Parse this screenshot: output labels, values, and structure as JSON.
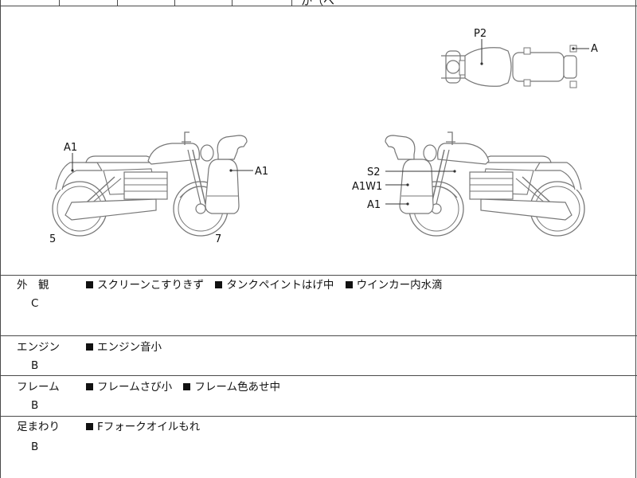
{
  "header_partial": "か（ペ",
  "callouts": {
    "top_view": [
      "P2",
      "A"
    ],
    "left_side": [
      "A1",
      "A1",
      "5",
      "7"
    ],
    "right_side": [
      "S2",
      "A1W1",
      "A1"
    ]
  },
  "sections": [
    {
      "label": "外　観",
      "grade": "C",
      "notes": [
        "スクリーンこすりきず",
        "タンクペイントはげ中",
        "ウインカー内水滴"
      ]
    },
    {
      "label": "エンジン",
      "grade": "B",
      "notes": [
        "エンジン音小"
      ]
    },
    {
      "label": "フレーム",
      "grade": "B",
      "notes": [
        "フレームさび小",
        "フレーム色あせ中"
      ]
    },
    {
      "label": "足まわり",
      "grade": "B",
      "notes": [
        "Fフォークオイルもれ"
      ]
    }
  ],
  "colors": {
    "line": "#4a4a4a",
    "drawing": "#777777",
    "text": "#111111",
    "background": "#ffffff"
  }
}
